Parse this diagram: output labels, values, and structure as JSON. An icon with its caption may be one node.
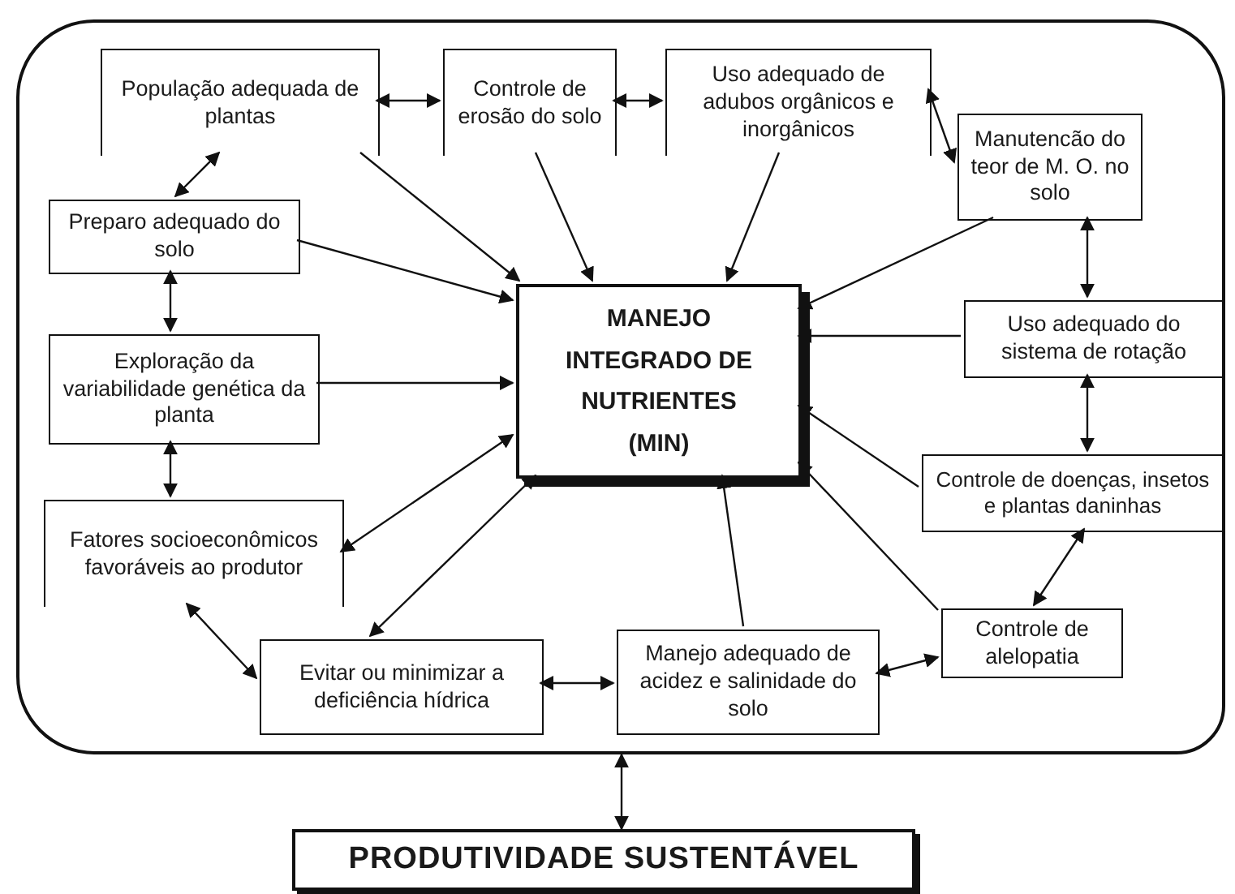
{
  "diagram": {
    "nodes": [
      {
        "text": [],
        "shape": "box"
      },
      {
        "text": [
          "População adequada de plantas"
        ],
        "in": 0
      },
      {
        "text": [
          "Controle de erosão do solo"
        ],
        "in": 0
      },
      {
        "text": [
          "Uso adequado de adubos orgânicos e inorgânicos"
        ],
        "in": 0
      },
      {
        "text": [
          "Manutencão do teor de M. O. no solo"
        ],
        "in": 0
      },
      {
        "text": [
          "Preparo adequado do solo"
        ],
        "in": 0
      },
      {
        "text": [
          "MANEJO INTEGRADO DE NUTRIENTES (MIN)"
        ],
        "in": 0
      },
      {
        "text": [
          "Exploração da variabilidade genética da planta"
        ],
        "in": 0
      },
      {
        "text": [
          "Uso adequado do sistema de rotação"
        ],
        "in": 0
      },
      {
        "text": [
          "Fatores socioeconômicos favoráveis ao produtor"
        ],
        "in": 0
      },
      {
        "text": [
          "Controle de doenças, insetos e plantas daninhas"
        ],
        "in": 0
      },
      {
        "text": [
          "Evitar ou minimizar a deficiência hídrica"
        ],
        "in": 0
      },
      {
        "text": [
          "Manejo adequado de acidez e salinidade do solo"
        ],
        "in": 0
      },
      {
        "text": [
          "Controle de alelopatia"
        ],
        "in": 0
      },
      {
        "text": [
          "PRODUTIVIDADE SUSTENTÁVEL"
        ]
      }
    ],
    "edges": [
      {
        "from": 1,
        "to": 2,
        "arrow": "both"
      },
      {
        "from": 2,
        "to": 3,
        "arrow": "both"
      },
      {
        "from": 3,
        "to": 4,
        "arrow": "both"
      },
      {
        "from": 1,
        "to": 5,
        "arrow": "both"
      },
      {
        "from": 1,
        "to": 6,
        "arrow": "to"
      },
      {
        "from": 2,
        "to": 6,
        "arrow": "to"
      },
      {
        "from": 3,
        "to": 6,
        "arrow": "to"
      },
      {
        "from": 4,
        "to": 6,
        "arrow": "to"
      },
      {
        "from": 5,
        "to": 6,
        "arrow": "to"
      },
      {
        "from": 5,
        "to": 7,
        "arrow": "both"
      },
      {
        "from": 7,
        "to": 6,
        "arrow": "to"
      },
      {
        "from": 8,
        "to": 6,
        "arrow": "to"
      },
      {
        "from": 4,
        "to": 8,
        "arrow": "both"
      },
      {
        "from": 8,
        "to": 10,
        "arrow": "both"
      },
      {
        "from": 10,
        "to": 6,
        "arrow": "to"
      },
      {
        "from": 7,
        "to": 9,
        "arrow": "both"
      },
      {
        "from": 9,
        "to": 6,
        "arrow": "both"
      },
      {
        "from": 11,
        "to": 6,
        "arrow": "both"
      },
      {
        "from": 9,
        "to": 11,
        "arrow": "both"
      },
      {
        "from": 11,
        "to": 12,
        "arrow": "both"
      },
      {
        "from": 12,
        "to": 6,
        "arrow": "to"
      },
      {
        "from": 13,
        "to": 6,
        "arrow": "to"
      },
      {
        "from": 10,
        "to": 13,
        "arrow": "both"
      },
      {
        "from": 13,
        "to": 12,
        "arrow": "both"
      },
      {
        "from": 0,
        "to": 14,
        "arrow": "both"
      }
    ]
  }
}
